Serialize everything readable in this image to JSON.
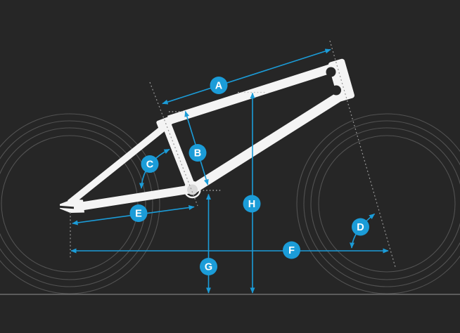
{
  "diagram": {
    "subject": "bicycle-frame-geometry",
    "dimension_labels": [
      {
        "letter": "A"
      },
      {
        "letter": "B"
      },
      {
        "letter": "C"
      },
      {
        "letter": "D"
      },
      {
        "letter": "E"
      },
      {
        "letter": "F"
      },
      {
        "letter": "G"
      },
      {
        "letter": "H"
      }
    ],
    "colors": {
      "background": "#262626",
      "accent": "#1b9cd8",
      "frame": "#f4f4f4",
      "label_text": "#ffffff",
      "wheel_line": "#525252",
      "ground_line": "#6f6f6f",
      "guide_dashed": "#969696",
      "guide_dotted": "#bcbcbc",
      "bb_inner": "#d9d9d9"
    }
  }
}
